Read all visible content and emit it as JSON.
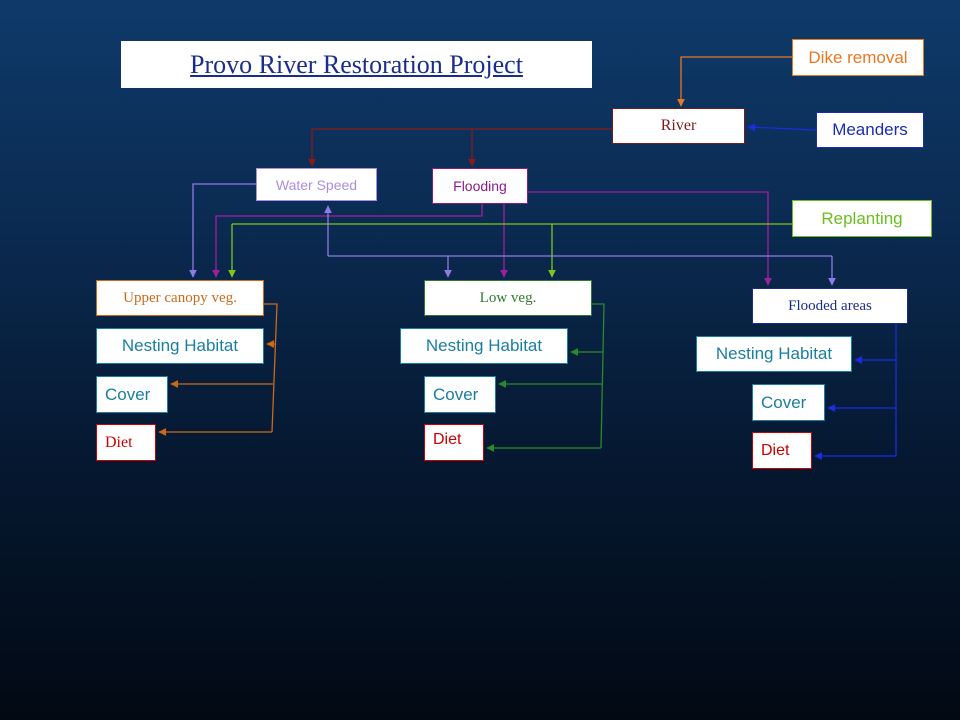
{
  "title": "Provo River Restoration Project",
  "nodes": {
    "dike_removal": "Dike removal",
    "river": "River",
    "meanders": "Meanders",
    "water_speed": "Water Speed",
    "flooding": "Flooding",
    "replanting": "Replanting",
    "upper_canopy": "Upper canopy veg.",
    "low_veg": "Low veg.",
    "flooded_areas": "Flooded areas"
  },
  "groups": {
    "upper": {
      "nesting": "Nesting Habitat",
      "cover": "Cover",
      "diet": "Diet"
    },
    "low": {
      "nesting": "Nesting Habitat",
      "cover": "Cover",
      "diet": "Diet"
    },
    "flooded": {
      "nesting": "Nesting Habitat",
      "cover": "Cover",
      "diet": "Diet"
    }
  },
  "colors": {
    "dike": "#e87722",
    "river": "#7a1a1a",
    "meanders": "#1a2db4",
    "water_speed": "#a98ee6",
    "flooding": "#8a1a8a",
    "replanting": "#6abe1e",
    "upper": "#c96a1a",
    "low": "#2f7a2f",
    "flooded": "#1a2de0"
  }
}
